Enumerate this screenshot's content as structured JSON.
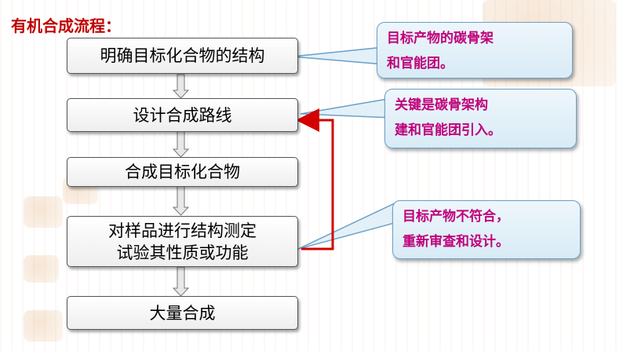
{
  "title": "有机合成流程：",
  "steps": [
    {
      "label": "明确目标化合物的结构"
    },
    {
      "label": "设计合成路线"
    },
    {
      "label": "合成目标化合物"
    },
    {
      "label_line1": "对样品进行结构测定",
      "label_line2": "试验其性质或功能"
    },
    {
      "label": "大量合成"
    }
  ],
  "callouts": [
    {
      "line1": "目标产物的碳骨架",
      "line2": "和官能团。"
    },
    {
      "line1": "关键是碳骨架构",
      "line2": "建和官能团引入。"
    },
    {
      "line1": "目标产物不符合，",
      "line2": "重新审查和设计。"
    }
  ],
  "colors": {
    "title": "#c00000",
    "callout_text": "#c0007a",
    "feedback_arrow": "#d40000",
    "callout_border": "#6aa0c8"
  }
}
